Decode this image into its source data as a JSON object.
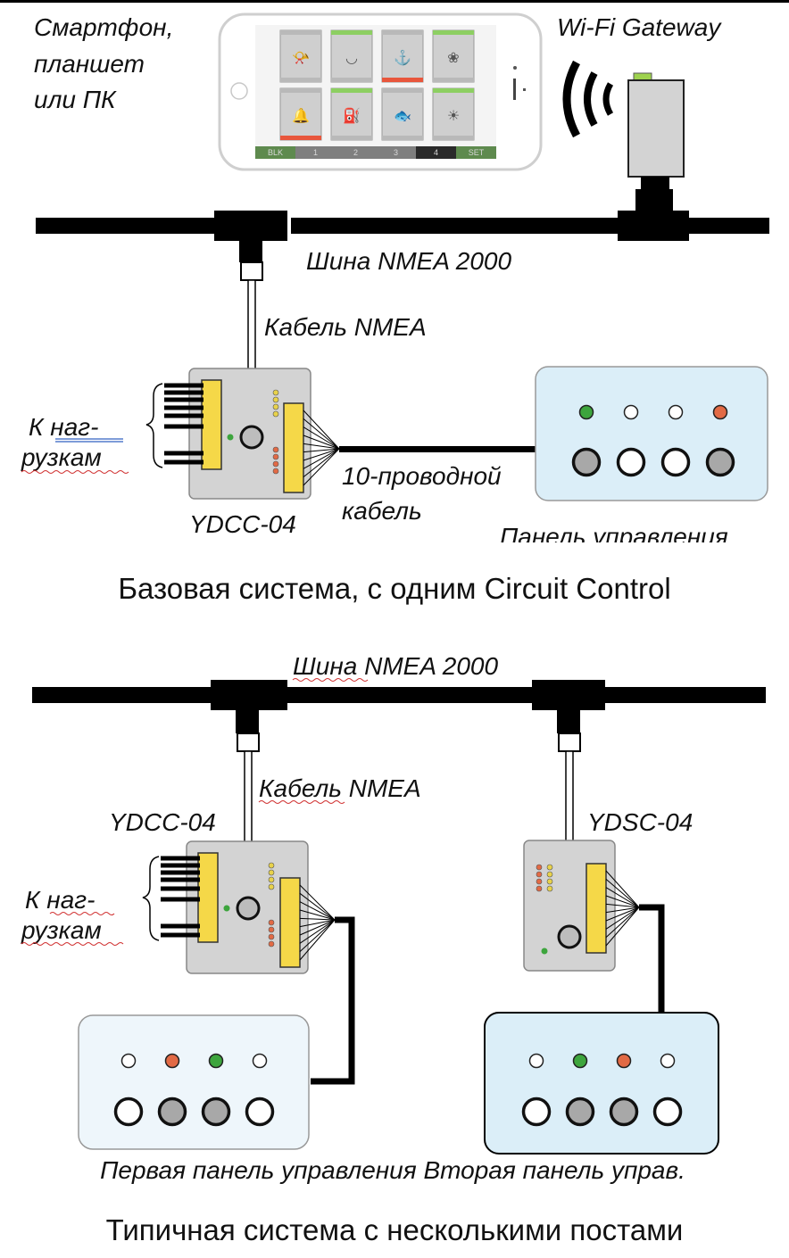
{
  "top_section": {
    "device_label_lines": [
      "Смартфон,",
      "планшет",
      "или ПК"
    ],
    "gateway_label": "Wi-Fi Gateway",
    "bus_label": "Шина NMEA 2000",
    "nmea_cable_label": "Кабель NMEA",
    "load_label_lines": [
      "К наг-",
      "рузкам"
    ],
    "controller_label": "YDCC-04",
    "wire_label_lines": [
      "10-проводной",
      "кабель"
    ],
    "panel_label": "Панель управления",
    "caption": "Базовая система, с одним Circuit Control"
  },
  "phone_app": {
    "tabs": [
      "BLK",
      "1",
      "2",
      "3",
      "4",
      "SET"
    ],
    "active_tab": "4",
    "tiles": [
      {
        "icon": "horn-icon",
        "status": "off"
      },
      {
        "icon": "bowl-icon",
        "status": "on"
      },
      {
        "icon": "anchor-icon",
        "status": "alarm"
      },
      {
        "icon": "fan-icon",
        "status": "on"
      },
      {
        "icon": "bell-icon",
        "status": "alarm"
      },
      {
        "icon": "fuel-pump-icon",
        "status": "on"
      },
      {
        "icon": "fish-icon",
        "status": "off"
      },
      {
        "icon": "bulb-icon",
        "status": "on"
      }
    ]
  },
  "bottom_section": {
    "bus_label": "Шина NMEA 2000",
    "nmea_cable_label": "Кабель NMEA",
    "controller1_label": "YDCC-04",
    "controller2_label": "YDSC-04",
    "load_label_lines": [
      "К наг-",
      "рузкам"
    ],
    "panels_caption": "Первая панель управления Вторая панель управ.",
    "caption": "Типичная система с несколькими постами"
  },
  "colors": {
    "bus": "#000000",
    "panel_fill": "#dbeef8",
    "panel_fill_light": "#eef6fb",
    "module_fill": "#d3d3d3",
    "terminal": "#f5d848",
    "led_green": "#3da53d",
    "led_orange": "#e26a45",
    "led_off": "#ffffff",
    "button_gray": "#a8a8a8",
    "tile_on": "#8dcf62",
    "tile_alarm": "#e8563c",
    "tile_off": "#b9b9b9"
  },
  "panels": {
    "top": {
      "leds": [
        "green",
        "off",
        "off",
        "orange"
      ],
      "buttons": [
        "gray",
        "white",
        "white",
        "gray"
      ]
    },
    "first": {
      "leds": [
        "off",
        "orange",
        "green",
        "off"
      ],
      "buttons": [
        "white",
        "gray",
        "gray",
        "white"
      ]
    },
    "second": {
      "leds": [
        "off",
        "green",
        "orange",
        "off"
      ],
      "buttons": [
        "white",
        "gray",
        "gray",
        "white"
      ]
    }
  }
}
